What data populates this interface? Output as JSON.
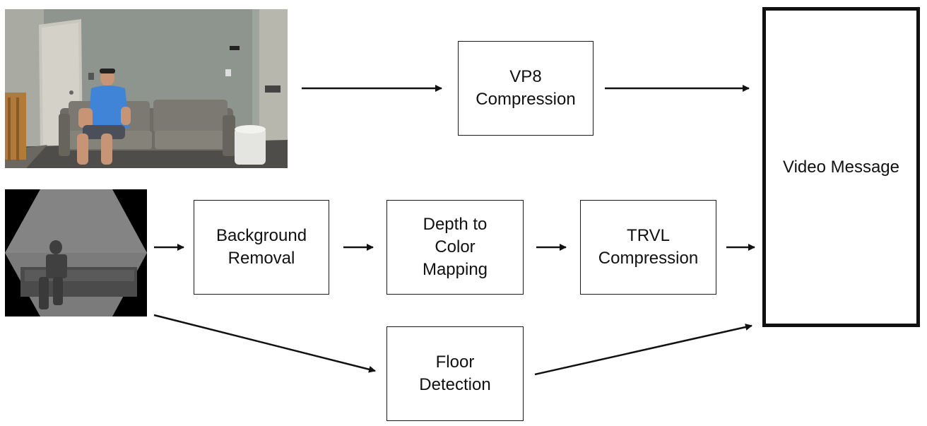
{
  "diagram": {
    "nodes": {
      "vp8": "VP8\nCompression",
      "background_removal": "Background\nRemoval",
      "depth_to_color": "Depth to\nColor\nMapping",
      "trvl": "TRVL\nCompression",
      "floor_detection": "Floor\nDetection",
      "video_message": "Video Message"
    },
    "images": {
      "color_frame": "color-camera-frame",
      "depth_frame": "depth-camera-frame"
    },
    "edges": [
      [
        "color_frame",
        "vp8"
      ],
      [
        "vp8",
        "video_message"
      ],
      [
        "depth_frame",
        "background_removal"
      ],
      [
        "background_removal",
        "depth_to_color"
      ],
      [
        "depth_to_color",
        "trvl"
      ],
      [
        "trvl",
        "video_message"
      ],
      [
        "depth_frame",
        "floor_detection"
      ],
      [
        "floor_detection",
        "video_message"
      ]
    ],
    "colors": {
      "stroke": "#111111",
      "wall": "#8d938c",
      "sofa": "#6f6d66",
      "shirt": "#3f84d6",
      "depth_bg": "#000000"
    }
  }
}
